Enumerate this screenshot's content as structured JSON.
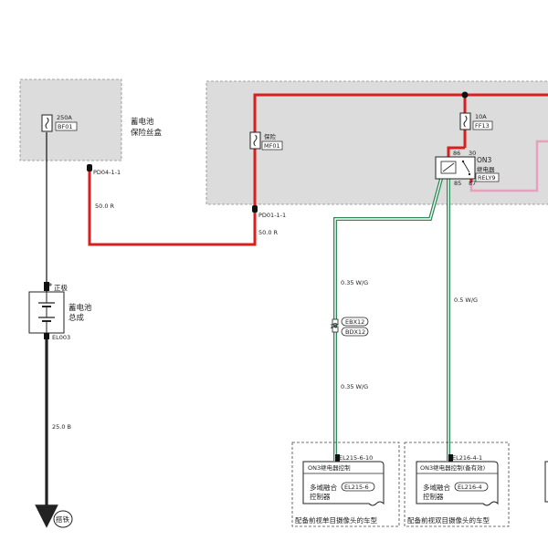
{
  "colors": {
    "power_wire": "#d81e1e",
    "ground_wire": "#222222",
    "signal_wire": "#2e8b57",
    "pink_wire": "#e8a0bd",
    "zone_fill": "#dcdcdc",
    "zone_border": "#8c8c8c"
  },
  "battery_fuse_box": {
    "title_line1": "蓄电池",
    "title_line2": "保险丝盒",
    "fuse_rating": "250A",
    "fuse_id": "BF01",
    "connector": "PD04-1-1",
    "wire_spec": "50.0 R"
  },
  "front_fuse_box": {
    "fuse_symbol": "保险",
    "fuse_id": "MF01",
    "connector": "PD01-1-1",
    "wire_spec": "50.0 R",
    "fuse2_rating": "10A",
    "fuse2_id": "FF13",
    "relay_name": "ON3",
    "relay_sub": "继电器",
    "relay_id": "RELY9",
    "pin_30": "30",
    "pin_86": "86",
    "pin_85": "85",
    "pin_87": "87"
  },
  "battery": {
    "positive_label": "正极",
    "name_line1": "蓄电池",
    "name_line2": "总成",
    "connector": "EL003",
    "wire_spec": "25.0 B",
    "ground_label": "搭铁"
  },
  "wires": {
    "w1_spec_top": "0.35 W/G",
    "w1_spec_bottom": "0.35 W/G",
    "w2_spec": "0.5 W/G",
    "inline_pin": "14",
    "inline_conn_1": "EBX12",
    "inline_conn_2": "BDX12"
  },
  "module_1": {
    "connector": "EL215-6-10",
    "pin_function": "ON3继电器控制",
    "name_line1": "多域融合",
    "name_line2": "控制器",
    "connector_id": "EL215-6",
    "variant": "配备前视单目摄像头的车型"
  },
  "module_2": {
    "connector": "EL216-4-1",
    "pin_function": "ON3继电器控制(备有效)",
    "name_line1": "多域融合",
    "name_line2": "控制器",
    "connector_id": "EL216-4",
    "variant": "配备前视双目摄像头的车型"
  }
}
